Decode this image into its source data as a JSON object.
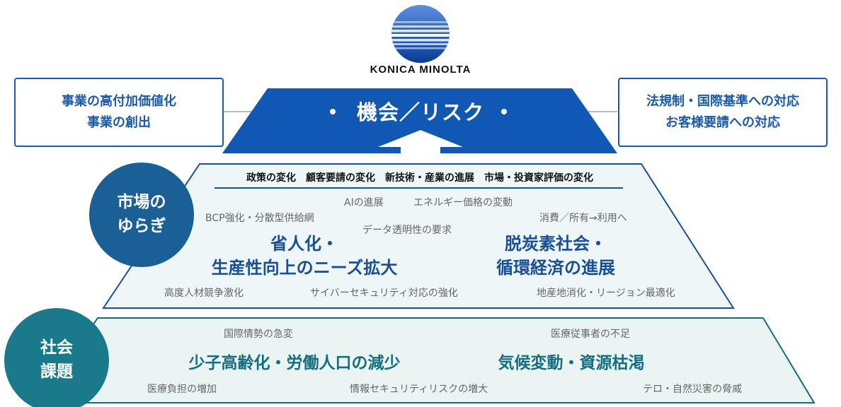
{
  "logo": {
    "brand_text": "KONICA MINOLTA",
    "brand_color": "#0a4aa3"
  },
  "left_box": {
    "line1": "事業の高付加価値化",
    "line2": "事業の創出"
  },
  "right_box": {
    "line1": "法規制・国際基準への対応",
    "line2": "お客様要請への対応"
  },
  "top": {
    "title": "機会／リスク"
  },
  "market": {
    "circle_line1": "市場の",
    "circle_line2": "ゆらぎ",
    "header": "政策の変化　顧客要請の変化　新技術・産業の進展　市場・投資家評価の変化",
    "items": {
      "ai": "AIの進展",
      "energy": "エネルギー価格の変動",
      "bcp": "BCP強化・分散型供給網",
      "consumption": "消費／所有→利用へ",
      "data": "データ透明性の要求",
      "hr": "高度人材競争激化",
      "cyber": "サイバーセキュリティ対応の強化",
      "local": "地産地消化・リージョン最適化"
    },
    "main_left_line1": "省人化・",
    "main_left_line2": "生産性向上のニーズ拡大",
    "main_right_line1": "脱炭素社会・",
    "main_right_line2": "循環経済の進展"
  },
  "society": {
    "circle_line1": "社会",
    "circle_line2": "課題",
    "items": {
      "geopolitics": "国際情勢の急変",
      "medical_shortage": "医療従事者の不足",
      "medical_burden": "医療負担の増加",
      "infosec": "情報セキュリティリスクの増大",
      "terror": "テロ・自然災害の脅威"
    },
    "main_left": "少子高齢化・労働人口の減少",
    "main_right": "気候変動・資源枯渇"
  },
  "colors": {
    "blue": "#1a5aa8",
    "dark_blue_circle": "#1a5f96",
    "teal_circle": "#1a7a8c",
    "market_fill": "#eef6f8",
    "society_fill": "#eaf5f3"
  }
}
